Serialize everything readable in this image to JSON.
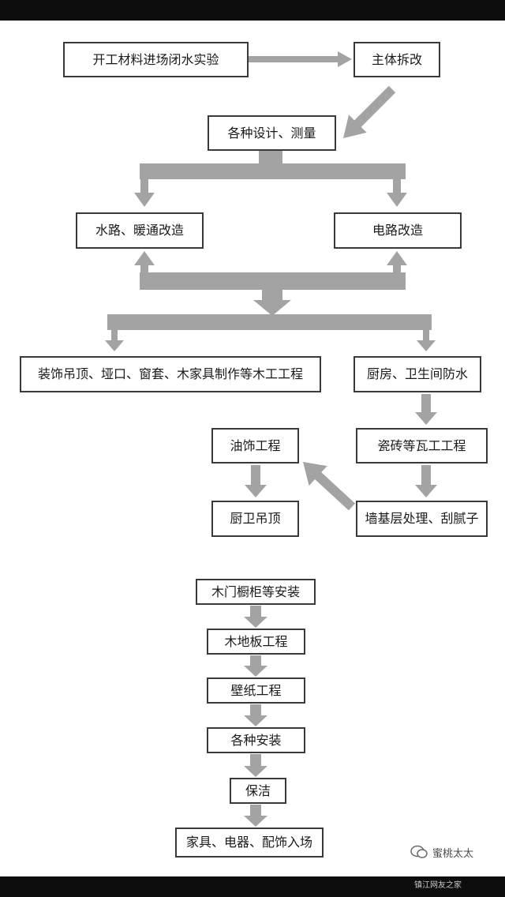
{
  "steps": {
    "start": "开工材料进场闭水实验",
    "demolition": "主体拆改",
    "design": "各种设计、测量",
    "water_hvac": "水路、暖通改造",
    "electrical": "电路改造",
    "carpentry": "装饰吊顶、垭口、窗套、木家具制作等木工工程",
    "waterproof": "厨房、卫生间防水",
    "painting": "油饰工程",
    "tiling": "瓷砖等瓦工工程",
    "ceiling": "厨卫吊顶",
    "wall_base": "墙基层处理、刮腻子",
    "doors": "木门橱柜等安装",
    "flooring": "木地板工程",
    "wallpaper": "壁纸工程",
    "install": "各种安装",
    "cleaning": "保洁",
    "move_in": "家具、电器、配饰入场"
  },
  "watermark": {
    "account": "蜜桃太太",
    "site": "镇江网友之家"
  },
  "colors": {
    "arrow": "#a3a3a3",
    "border": "#3a3a3a",
    "bar": "#0d0d0d"
  }
}
